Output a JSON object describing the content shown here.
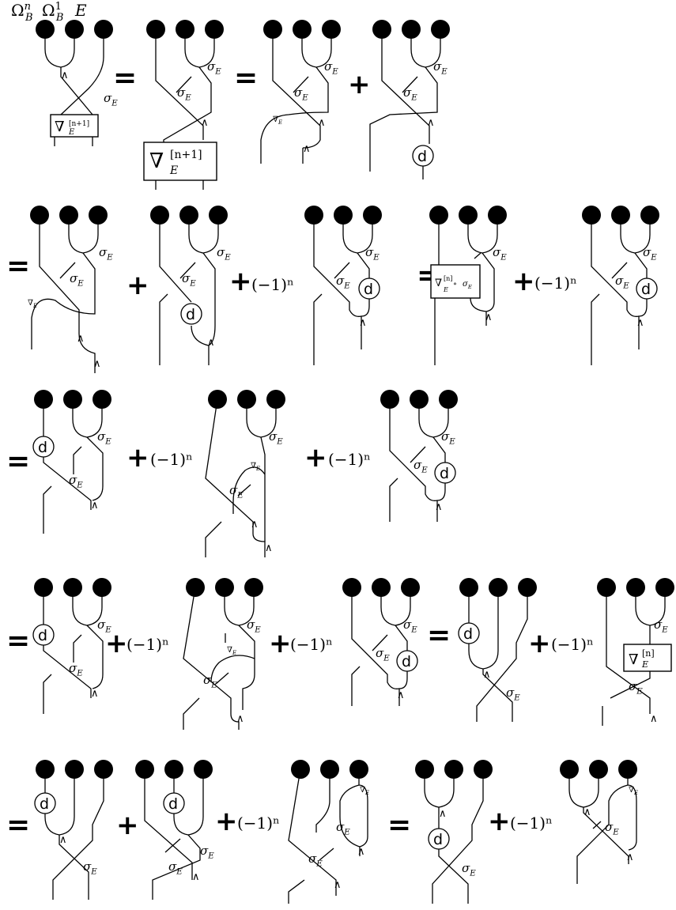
{
  "header_labels": [
    "Ω_B^n",
    "Ω_B^1",
    "E"
  ],
  "sigma_label": "σ_E",
  "nabla_small_label": "∇_E",
  "wedge_symbol": "∧",
  "d_symbol": "d",
  "box_labels": {
    "nabla_n_plus_1": "∇_E^[n+1]",
    "nabla_n_circ_sigma": "∇_E^[n] ∘ σ_E",
    "nabla_n": "∇_E^[n]"
  },
  "operators": {
    "equals": "=",
    "plus": "+",
    "sign": "(−1)ⁿ"
  }
}
